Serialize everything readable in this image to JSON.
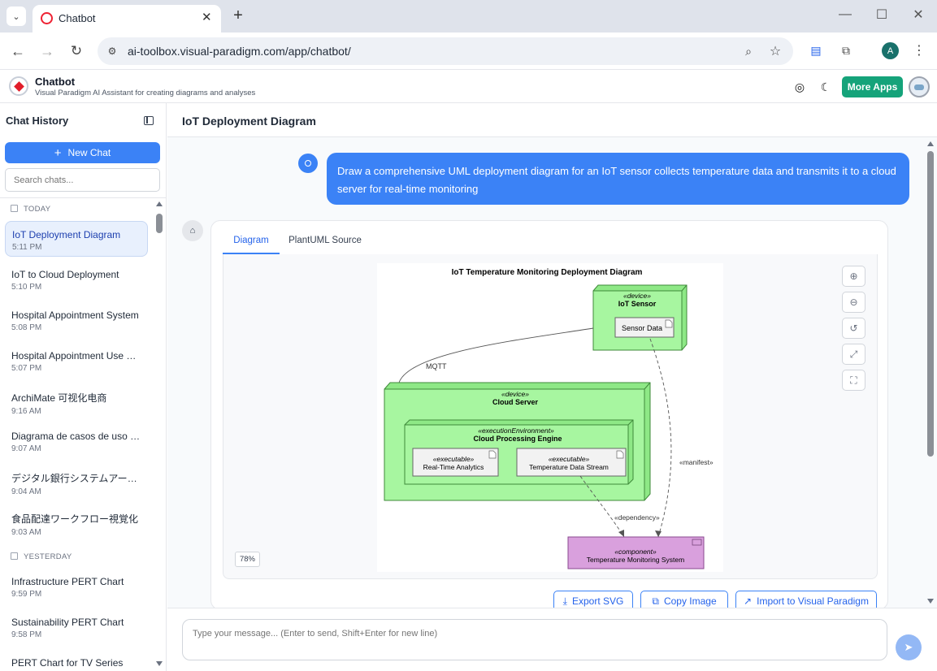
{
  "browser": {
    "tab_title": "Chatbot",
    "url": "ai-toolbox.visual-paradigm.com/app/chatbot/",
    "profile_initial": "A"
  },
  "app": {
    "title": "Chatbot",
    "subtitle": "Visual Paradigm AI Assistant for creating diagrams and analyses",
    "more_apps": "More Apps"
  },
  "sidebar": {
    "heading": "Chat History",
    "new_chat": "New Chat",
    "search_placeholder": "Search chats...",
    "sections": [
      "TODAY",
      "YESTERDAY"
    ],
    "items": [
      {
        "title": "IoT Deployment Diagram",
        "time": "5:11 PM"
      },
      {
        "title": "IoT to Cloud Deployment",
        "time": "5:10 PM"
      },
      {
        "title": "Hospital Appointment System",
        "time": "5:08 PM"
      },
      {
        "title": "Hospital Appointment Use C...",
        "time": "5:07 PM"
      },
      {
        "title": "ArchiMate 可视化电商",
        "time": "9:16 AM"
      },
      {
        "title": "Diagrama de casos de uso bi...",
        "time": "9:07 AM"
      },
      {
        "title": "デジタル銀行システムアーキ...",
        "time": "9:04 AM"
      },
      {
        "title": "食品配達ワークフロー視覚化",
        "time": "9:03 AM"
      },
      {
        "title": "Infrastructure PERT Chart",
        "time": "9:59 PM"
      },
      {
        "title": "Sustainability PERT Chart",
        "time": "9:58 PM"
      },
      {
        "title": "PERT Chart for TV Series",
        "time": ""
      }
    ]
  },
  "main": {
    "title": "IoT Deployment Diagram",
    "user_message": "Draw a comprehensive UML deployment diagram for an IoT sensor collects temperature data and transmits it to a cloud server for real-time monitoring",
    "tabs": [
      "Diagram",
      "PlantUML Source"
    ],
    "zoom_level": "78%",
    "export_svg": "Export SVG",
    "copy_image": "Copy Image",
    "import_vp": "Import to Visual Paradigm",
    "input_placeholder": "Type your message... (Enter to send, Shift+Enter for new line)"
  },
  "diagram": {
    "title": "IoT Temperature Monitoring Deployment Diagram",
    "iot_stereo": "«device»",
    "iot_name": "IoT Sensor",
    "sensor_data": "Sensor Data",
    "mqtt": "MQTT",
    "cloud_stereo": "«device»",
    "cloud_name": "Cloud Server",
    "engine_stereo": "«executionEnvironment»",
    "engine_name": "Cloud Processing Engine",
    "rta_stereo": "«executable»",
    "rta_name": "Real-Time Analytics",
    "tds_stereo": "«executable»",
    "tds_name": "Temperature Data Stream",
    "manifest": "«manifest»",
    "dependency": "«dependency»",
    "comp_stereo": "«component»",
    "comp_name": "Temperature Monitoring System",
    "colors": {
      "node": "#a7f6a0",
      "component": "#d9a0dd",
      "node_border": "#3f8a3a"
    }
  }
}
